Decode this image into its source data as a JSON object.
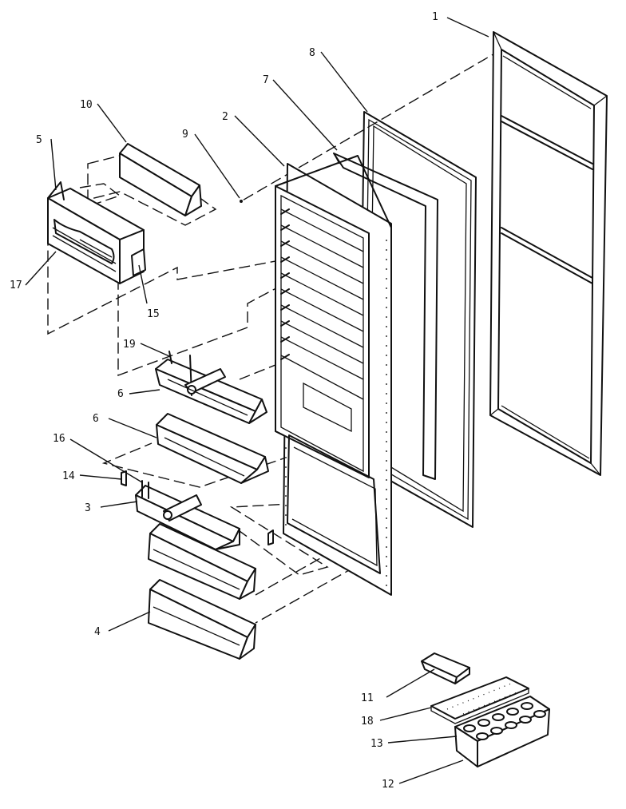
{
  "callouts": {
    "p1": "1",
    "p2": "2",
    "p3": "3",
    "p4": "4",
    "p5": "5",
    "p6a": "6",
    "p6b": "6",
    "p7": "7",
    "p8": "8",
    "p9": "9",
    "p10": "10",
    "p11": "11",
    "p12": "12",
    "p13": "13",
    "p14": "14",
    "p15": "15",
    "p16": "16",
    "p17": "17",
    "p18": "18",
    "p19": "19"
  }
}
